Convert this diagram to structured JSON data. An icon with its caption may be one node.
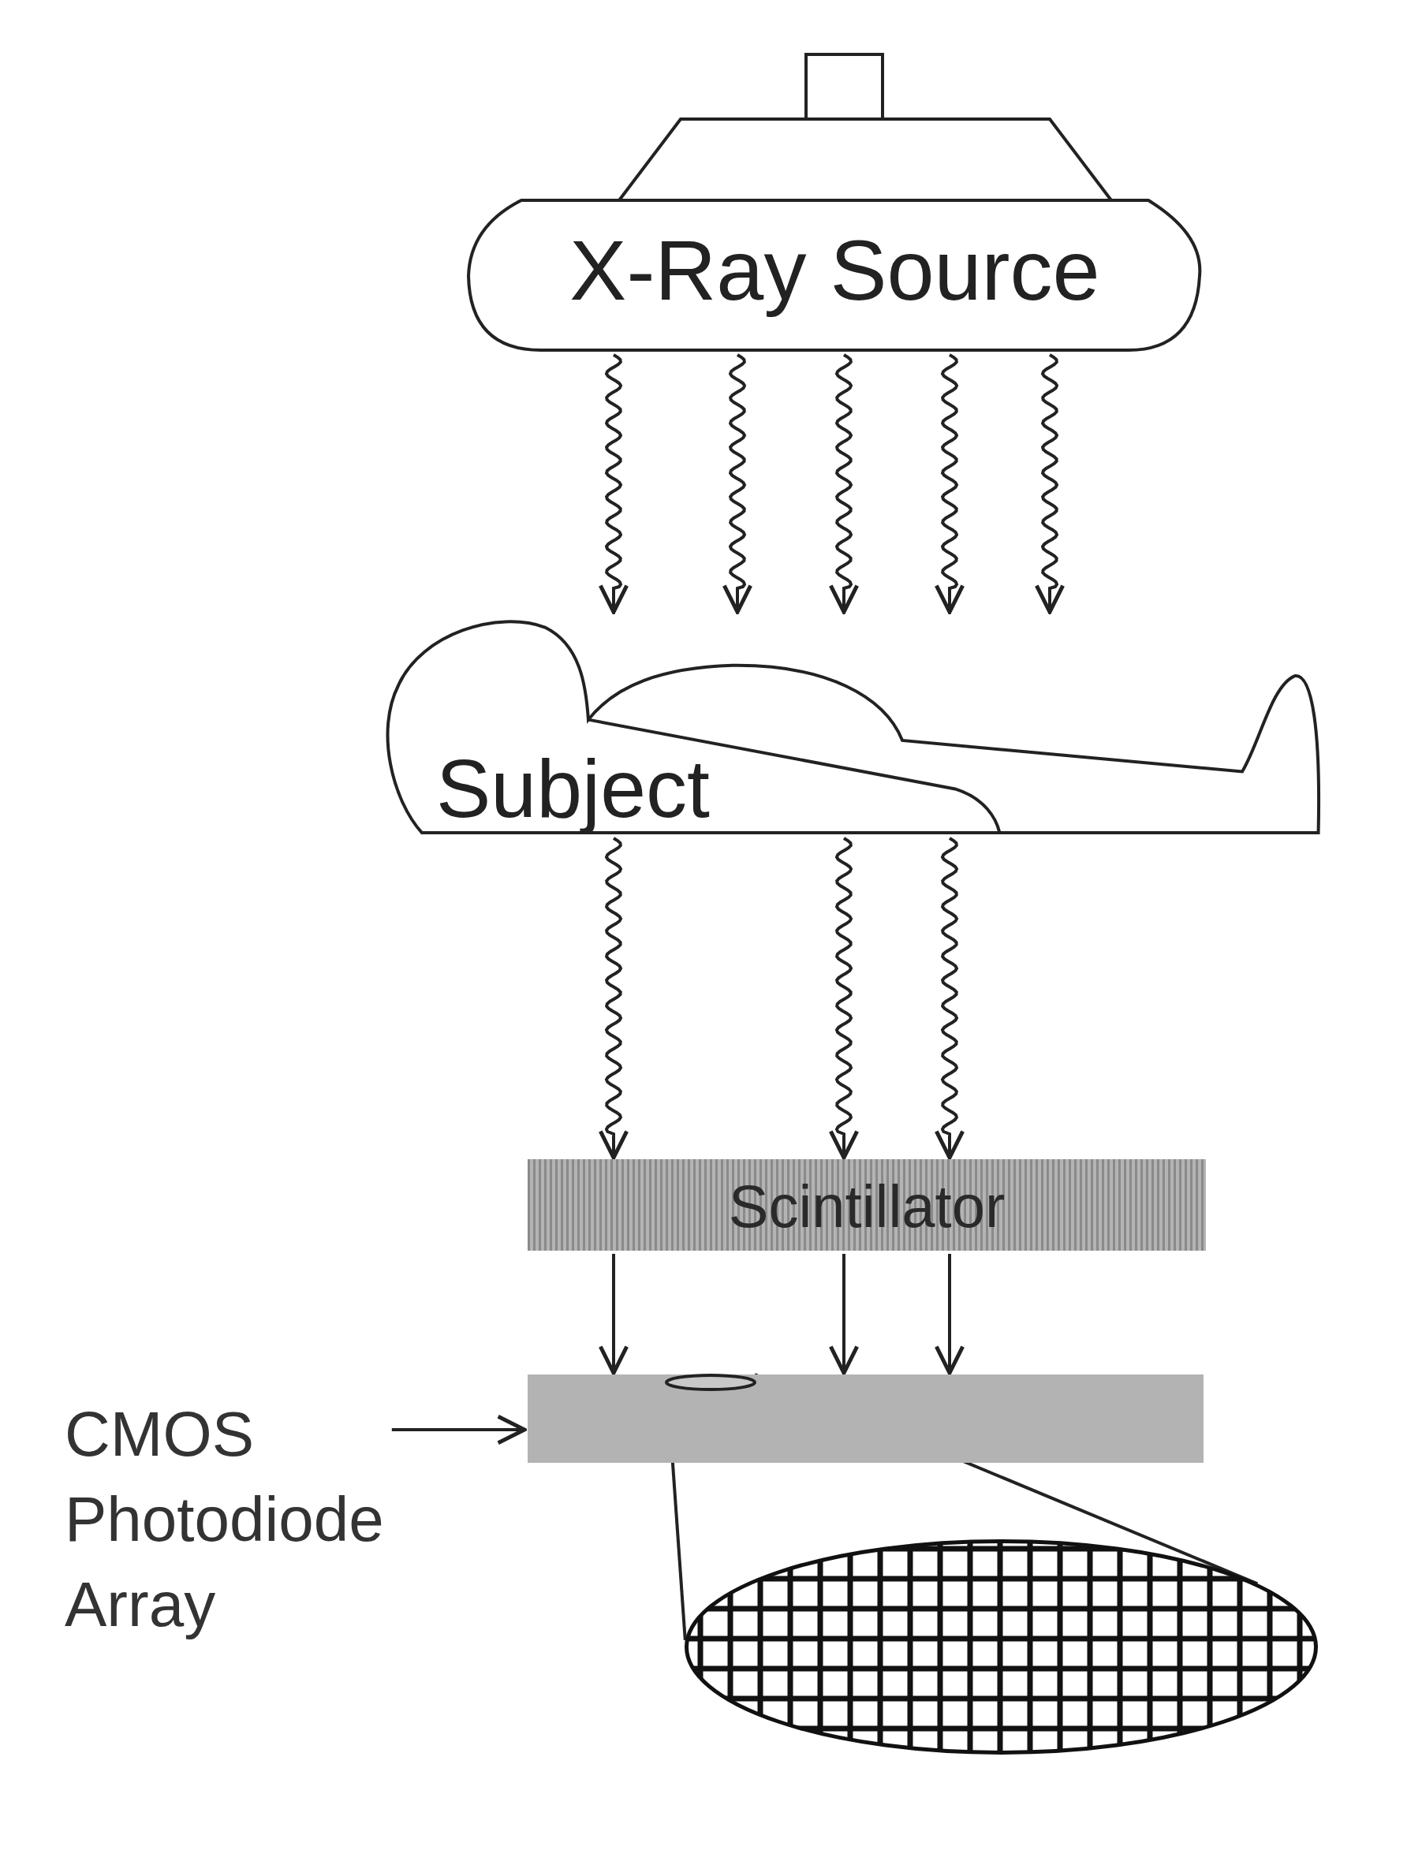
{
  "diagram": {
    "nodes": [
      {
        "text": [
          "X-Ray Source"
        ]
      },
      {
        "text": [
          "Subject"
        ]
      },
      {
        "text": [
          "Scintillator"
        ]
      },
      {
        "text": [
          "CMOS Photodiode Array"
        ]
      },
      {
        "text": [],
        "shape": "bar"
      },
      {
        "text": [],
        "shape": "circle"
      }
    ],
    "edges": [
      {
        "from": 0,
        "to": 1,
        "arrow": "to"
      },
      {
        "from": 0,
        "to": 1,
        "arrow": "to"
      },
      {
        "from": 0,
        "to": 1,
        "arrow": "to"
      },
      {
        "from": 0,
        "to": 1,
        "arrow": "to"
      },
      {
        "from": 0,
        "to": 1,
        "arrow": "to"
      },
      {
        "from": 1,
        "to": 2,
        "arrow": "to"
      },
      {
        "from": 1,
        "to": 2,
        "arrow": "to"
      },
      {
        "from": 1,
        "to": 2,
        "arrow": "to"
      },
      {
        "from": 2,
        "to": 4,
        "arrow": "to"
      },
      {
        "from": 2,
        "to": 4,
        "arrow": "to"
      },
      {
        "from": 2,
        "to": 4,
        "arrow": "to"
      },
      {
        "from": 3,
        "to": 4,
        "arrow": "to"
      },
      {
        "from": 4,
        "to": 5,
        "arrow": "none"
      },
      {
        "from": 4,
        "to": 5,
        "arrow": "none"
      }
    ]
  }
}
